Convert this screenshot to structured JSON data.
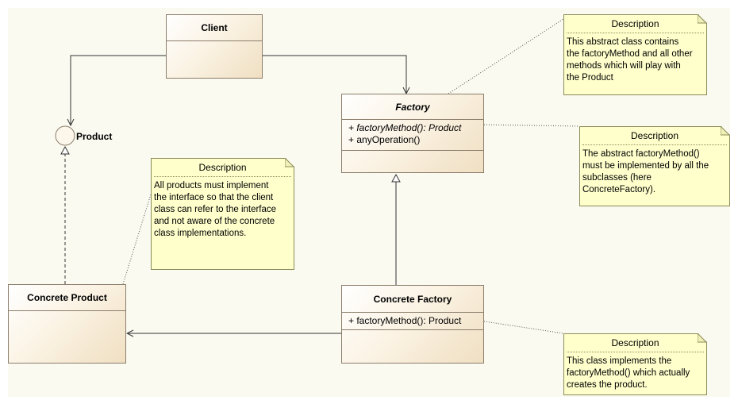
{
  "classes": {
    "client": {
      "name": "Client"
    },
    "factory": {
      "name": "Factory",
      "ops": [
        "+ factoryMethod(): Product",
        "+ anyOperation()"
      ]
    },
    "concrete_factory": {
      "name": "Concrete Factory",
      "ops": [
        "+ factoryMethod(): Product"
      ]
    },
    "concrete_product": {
      "name": "Concrete Product"
    }
  },
  "interface": {
    "name": "Product"
  },
  "notes": {
    "factory_note": {
      "title": "Description",
      "lines": [
        "This abstract class contains",
        "the factoryMethod and all other",
        "methods which will play with",
        "the Product"
      ]
    },
    "method_note": {
      "title": "Description",
      "lines": [
        "The abstract factoryMethod()",
        "must be implemented by all the",
        "subclasses (here",
        "ConcreteFactory)."
      ]
    },
    "product_note": {
      "title": "Description",
      "lines": [
        "All products must implement",
        "the interface so that the client",
        "class can refer to the interface",
        "and not aware of the concrete",
        "class implementations."
      ]
    },
    "concrete_factory_note": {
      "title": "Description",
      "lines": [
        "This class implements the",
        "factoryMethod() which actually",
        "creates the product."
      ]
    }
  },
  "colors": {
    "note_fill": "#ffffcc",
    "class_border": "#8b7d6b",
    "canvas": "#fbfaf0"
  }
}
